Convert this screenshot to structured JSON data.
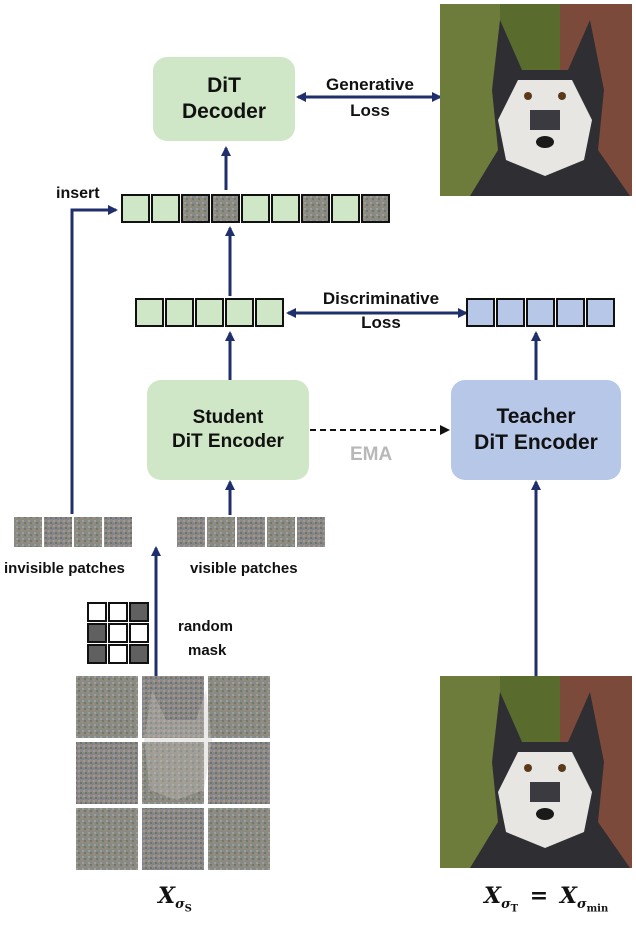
{
  "decoder": {
    "line1": "DiT",
    "line2": "Decoder"
  },
  "generative_loss": {
    "line1": "Generative",
    "line2": "Loss"
  },
  "insert_label": "insert",
  "discriminative_loss": {
    "line1": "Discriminative",
    "line2": "Loss"
  },
  "student_encoder": {
    "line1": "Student",
    "line2": "DiT Encoder"
  },
  "teacher_encoder": {
    "line1": "Teacher",
    "line2": "DiT Encoder"
  },
  "ema_label": "EMA",
  "invisible_patches_label": "invisible patches",
  "visible_patches_label": "visible patches",
  "random_mask_label": {
    "line1": "random",
    "line2": "mask"
  },
  "input_student_label": {
    "symbol": "X",
    "sub": "σ",
    "subsub": "S"
  },
  "input_teacher_label": {
    "symbol": "X",
    "sub": "σ",
    "subsub": "T",
    "eq": "=",
    "symbol2": "X",
    "sub2": "σ",
    "subsub2": "min"
  },
  "colors": {
    "arrow": "#1f2f6b",
    "green_box": "#cfe7c7",
    "blue_box": "#b6c7e8",
    "token_green": "#cfe7c7",
    "token_blue": "#b6c7e8",
    "token_noise": "#7a7a7a",
    "mask_dark": "#606060",
    "mask_light": "#ffffff",
    "ema_text": "#b8b8b8"
  },
  "decoder_tokens": [
    "green",
    "green",
    "noise",
    "noise",
    "green",
    "green",
    "noise",
    "green",
    "noise"
  ],
  "student_tokens": [
    "green",
    "green",
    "green",
    "green",
    "green"
  ],
  "teacher_tokens": [
    "blue",
    "blue",
    "blue",
    "blue",
    "blue"
  ],
  "random_mask": [
    [
      "light",
      "light",
      "dark"
    ],
    [
      "dark",
      "light",
      "light"
    ],
    [
      "dark",
      "light",
      "dark"
    ]
  ]
}
